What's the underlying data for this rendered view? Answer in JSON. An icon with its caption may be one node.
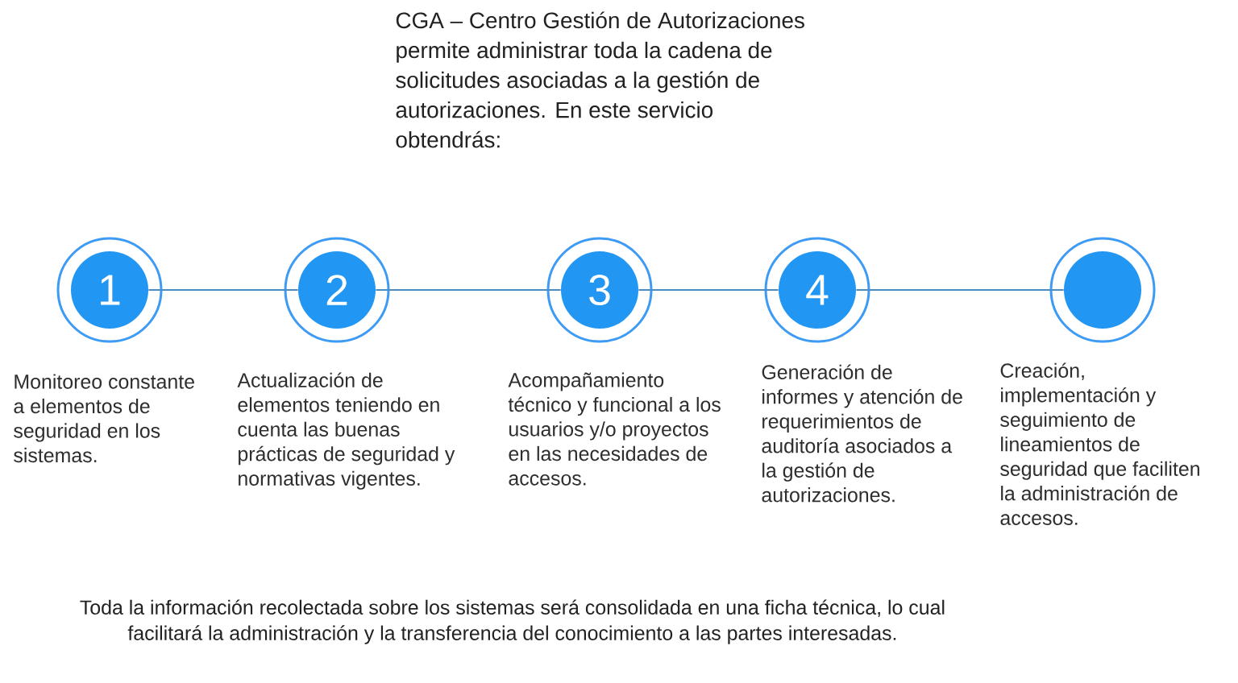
{
  "diagram": {
    "title": "CGA – Centro Gestión de Autorizaciones permite administrar toda la cadena de solicitudes asociadas a la gestión de autorizaciones. En este servicio obtendrás:",
    "nodes": [
      {
        "text": [
          "1"
        ],
        "beside": [
          "Monitoreo constante a elementos de seguridad en los sistemas."
        ]
      },
      {
        "text": [
          "2"
        ],
        "beside": [
          "Actualización de elementos teniendo en cuenta las buenas prácticas de seguridad y normativas vigentes."
        ]
      },
      {
        "text": [
          "3"
        ],
        "beside": [
          "Acompañamiento técnico y funcional a los usuarios y/o proyectos en las necesidades de accesos."
        ]
      },
      {
        "text": [
          "4"
        ],
        "beside": [
          "Generación de informes y atención de requerimientos de auditoría asociados a la gestión de autorizaciones."
        ]
      },
      {
        "text": [],
        "shape": "circle",
        "beside": [
          "Creación, implementación y seguimiento de lineamientos de seguridad que faciliten la administración de accesos."
        ]
      }
    ],
    "edges": [
      {
        "from": 0,
        "to": 1,
        "arrow": "none"
      },
      {
        "from": 1,
        "to": 2,
        "arrow": "none"
      },
      {
        "from": 2,
        "to": 3,
        "arrow": "none"
      },
      {
        "from": 3,
        "to": 4,
        "arrow": "none"
      }
    ],
    "caption": "Toda la información recolectada sobre los sistemas será consolidada en una ficha técnica, lo cual facilitará la administración y la transferencia del conocimiento a las partes interesadas."
  }
}
